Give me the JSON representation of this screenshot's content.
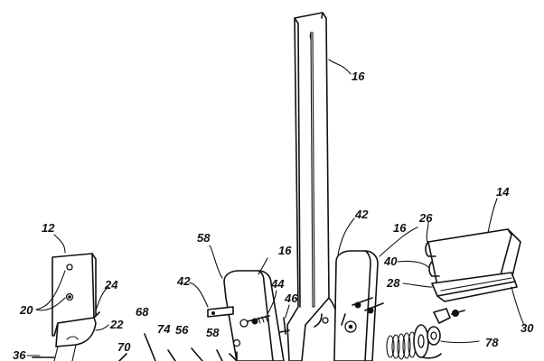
{
  "figure": {
    "reference_numerals": {
      "long_arm_top": "16",
      "middle_arm": "16",
      "right_arm": "16",
      "bracket_plate": "12",
      "fastener_holes": "20",
      "plate_flange": "24",
      "plate_tab": "22",
      "left_pin": "36",
      "lower_part_70": "70",
      "lower_part_68": "68",
      "lower_part_74": "74",
      "lower_part_56": "56",
      "lower_part_58": "58",
      "middle_arm_top_58": "58",
      "middle_arm_pin_42": "42",
      "middle_arm_screw_44": "44",
      "middle_arm_pin_46": "46",
      "right_arm_pin_42": "42",
      "channel_member": "14",
      "channel_lip_26": "26",
      "channel_groove_40": "40",
      "channel_strip_28": "28",
      "channel_base_30": "30",
      "spring_78": "78"
    }
  }
}
